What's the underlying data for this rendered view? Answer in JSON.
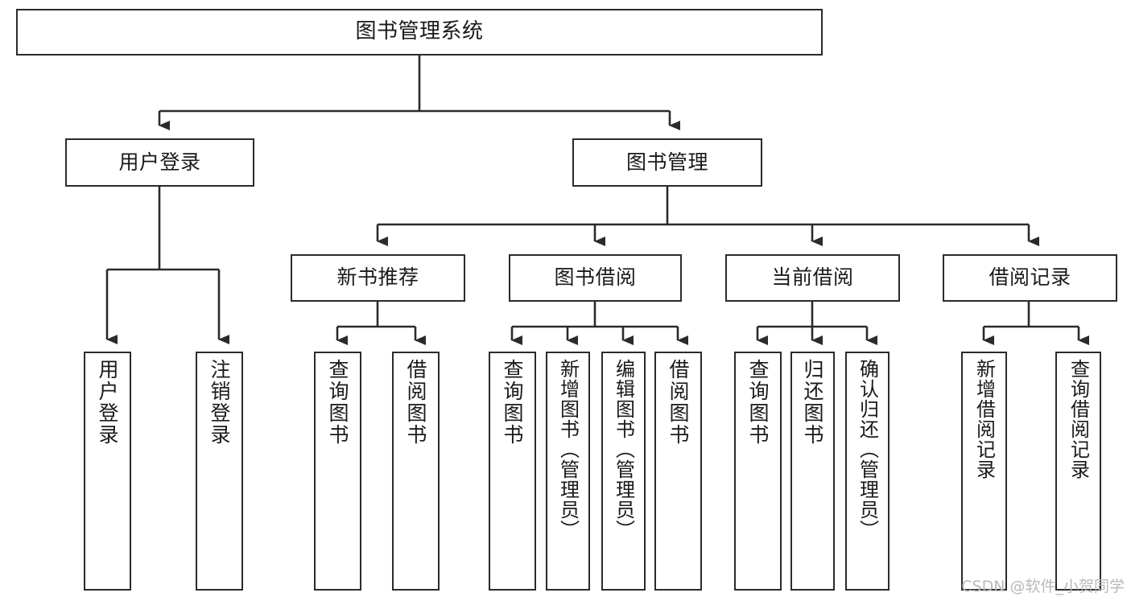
{
  "diagram": {
    "title": "图书管理系统",
    "type": "tree",
    "stroke_color": "#2b2b2b",
    "background_color": "#ffffff",
    "text_color": "#1a1a1a"
  },
  "root": {
    "label": "图书管理系统"
  },
  "level1": [
    {
      "label": "用户登录"
    },
    {
      "label": "图书管理"
    }
  ],
  "level2": [
    {
      "label": "新书推荐"
    },
    {
      "label": "图书借阅"
    },
    {
      "label": "当前借阅"
    },
    {
      "label": "借阅记录"
    }
  ],
  "leaves": {
    "user_login": [
      {
        "label": "用户登录"
      },
      {
        "label": "注销登录"
      }
    ],
    "new_book_recommend": [
      {
        "label": "查询图书"
      },
      {
        "label": "借阅图书"
      }
    ],
    "book_borrow": [
      {
        "label": "查询图书"
      },
      {
        "label": "新增图书（管理员）"
      },
      {
        "label": "编辑图书（管理员）"
      },
      {
        "label": "借阅图书"
      }
    ],
    "current_borrow": [
      {
        "label": "查询图书"
      },
      {
        "label": "归还图书"
      },
      {
        "label": "确认归还（管理员）"
      }
    ],
    "borrow_records": [
      {
        "label": "新增借阅记录"
      },
      {
        "label": "查询借阅记录"
      }
    ]
  },
  "watermark": {
    "text": "CSDN @软件_小贺同学"
  }
}
